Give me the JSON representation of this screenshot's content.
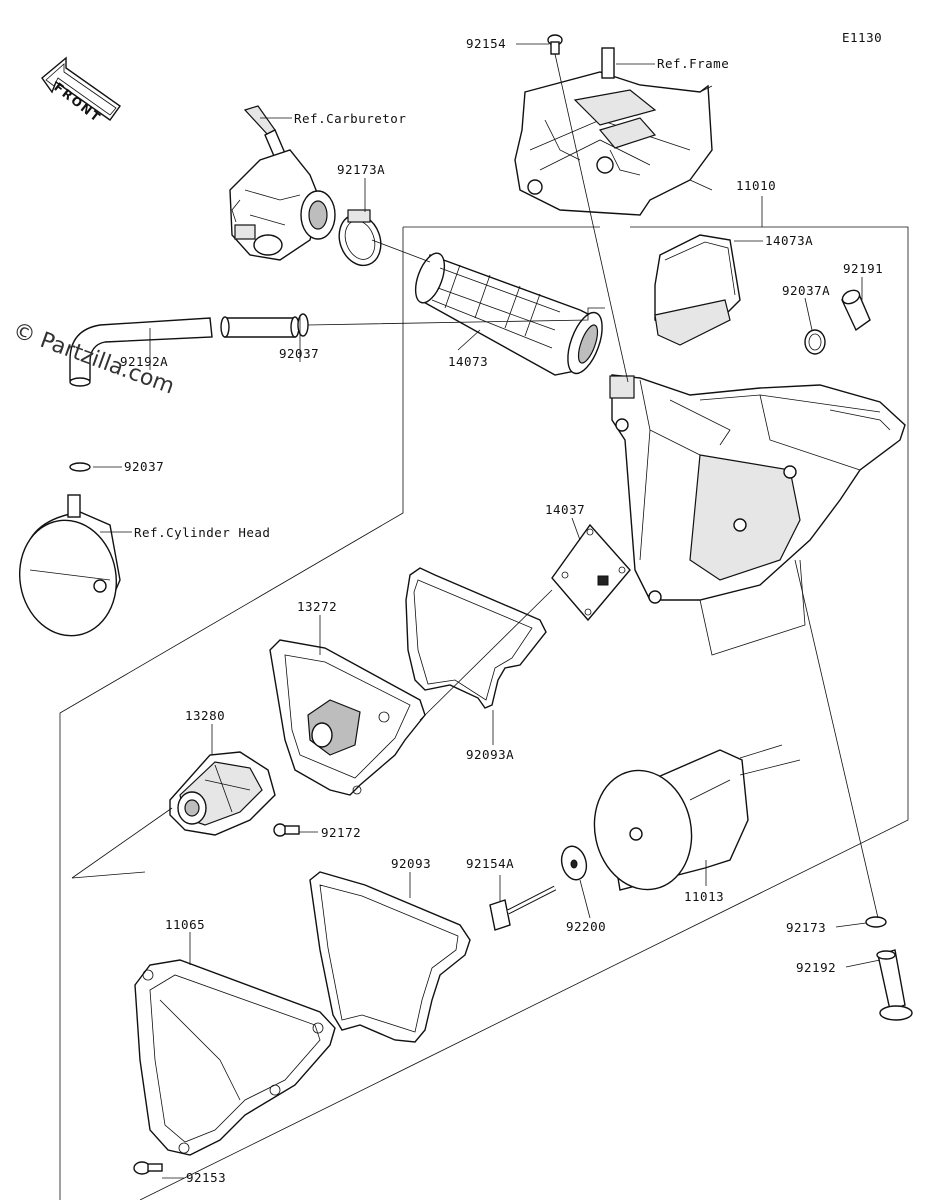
{
  "diagram": {
    "code": "E1130",
    "watermark": "© Partzilla.com",
    "front_arrow": "FRONT",
    "labels": {
      "p92154": "92154",
      "ref_frame": "Ref.Frame",
      "ref_carburetor": "Ref.Carburetor",
      "p92173A": "92173A",
      "p11010": "11010",
      "p14073A": "14073A",
      "p92191": "92191",
      "p92037A": "92037A",
      "p92192A": "92192A",
      "p92037_top": "92037",
      "p14073": "14073",
      "p92037_low": "92037",
      "ref_cylinder_head": "Ref.Cylinder Head",
      "p14037": "14037",
      "p13272": "13272",
      "p13280": "13280",
      "p92093A": "92093A",
      "p92172": "92172",
      "p92093": "92093",
      "p92154A": "92154A",
      "p11013": "11013",
      "p92200": "92200",
      "p11065": "11065",
      "p92173": "92173",
      "p92192": "92192",
      "p92153": "92153"
    }
  }
}
